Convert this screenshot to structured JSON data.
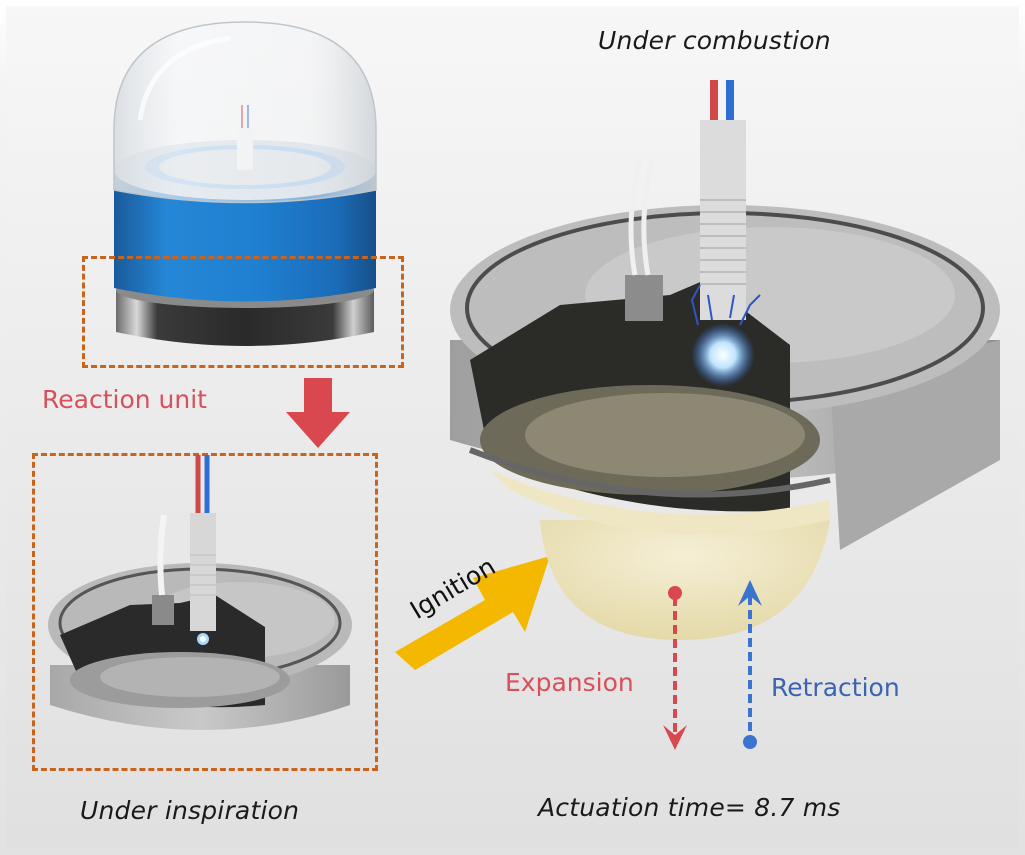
{
  "figure": {
    "labels": {
      "top_right_title": "Under combustion",
      "reaction_unit": "Reaction unit",
      "bottom_left_caption": "Under inspiration",
      "ignition": "Ignition",
      "expansion": "Expansion",
      "retraction": "Retraction",
      "actuation_time": "Actuation time= 8.7 ms"
    },
    "components": {
      "dome_device": "dome-actuator-full-assembly",
      "reaction_unit_small": "reaction-unit-cutaway-inspiration",
      "reaction_unit_large": "reaction-unit-cutaway-combustion"
    },
    "colors": {
      "dashed_box": "#c8641e",
      "reaction_arrow": "#d9474f",
      "ignition_arrow": "#f5b800",
      "expansion": "#d9474f",
      "retraction": "#3a73d0",
      "device_blue": "#1f7fd1",
      "membrane": "#efe6c4"
    },
    "actuation": {
      "time_value": 8.7,
      "time_unit": "ms"
    }
  }
}
